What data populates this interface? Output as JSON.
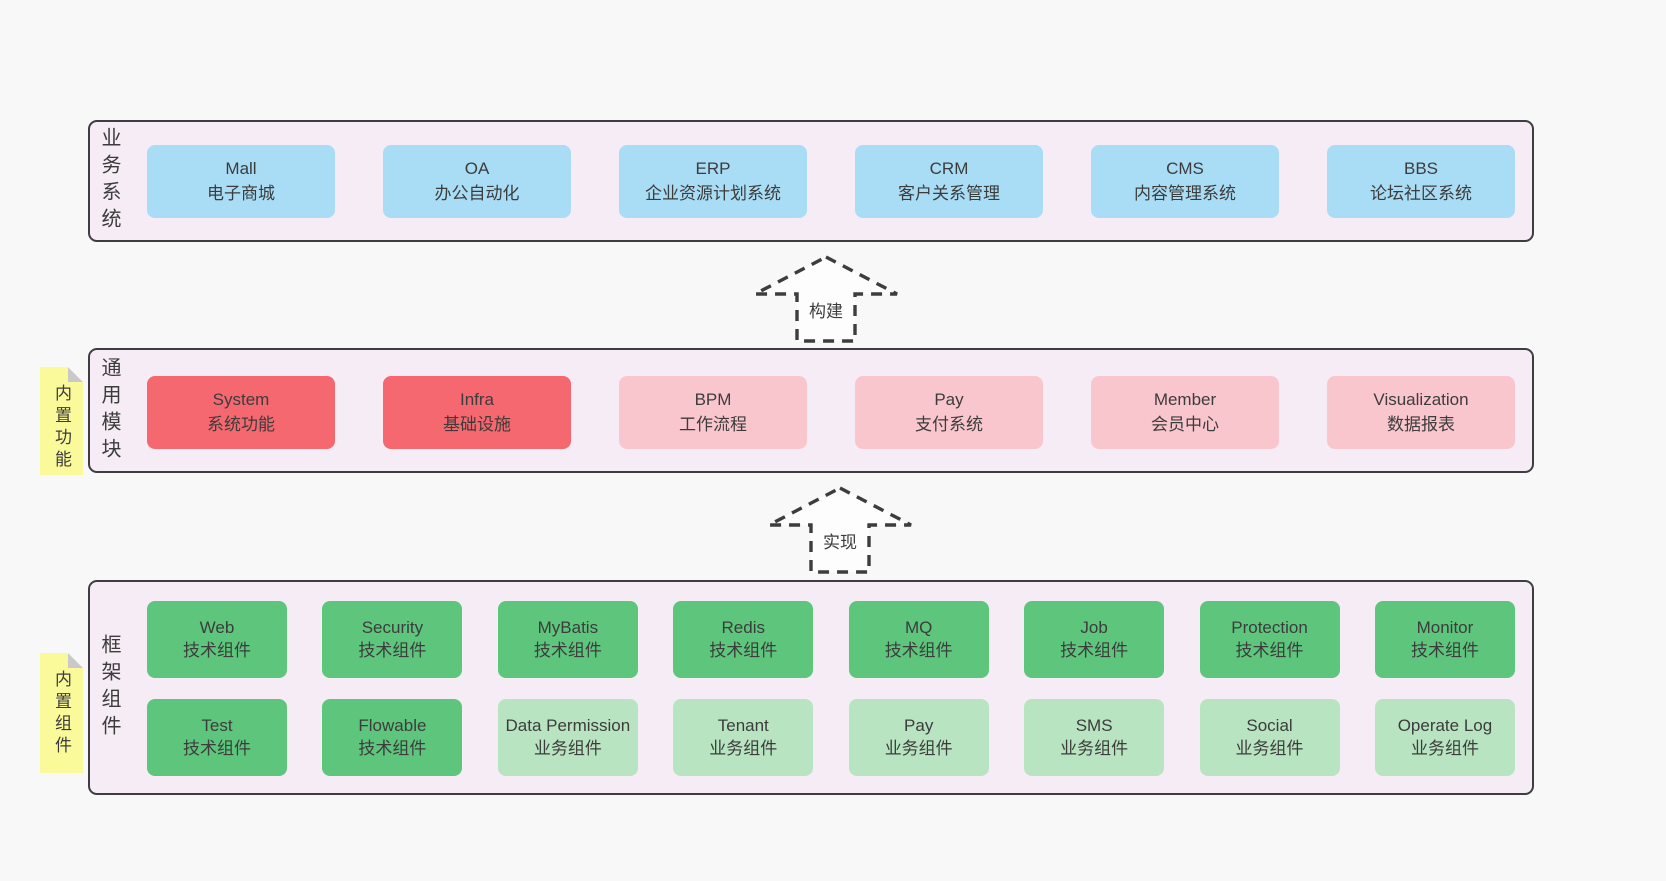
{
  "colors": {
    "page_bg": "#f8f8f8",
    "container_bg": "#f5ecf5",
    "border": "#3f3d42",
    "text": "#3c3c3c",
    "blue": "#a9dcf5",
    "red": "#f5686f",
    "pink": "#fac6ce",
    "green": "#5ec57c",
    "light_green": "#b8e4c1",
    "sticky": "#fafa9b",
    "sticky_fold": "#c9c9c9",
    "arrow_fill": "#fdfdfd"
  },
  "layers": [
    {
      "id": "business-systems",
      "label": "业务系统",
      "boxes": [
        {
          "title": "Mall",
          "subtitle": "电子商城",
          "type": "blue"
        },
        {
          "title": "OA",
          "subtitle": "办公自动化",
          "type": "blue"
        },
        {
          "title": "ERP",
          "subtitle": "企业资源计划系统",
          "type": "blue"
        },
        {
          "title": "CRM",
          "subtitle": "客户关系管理",
          "type": "blue"
        },
        {
          "title": "CMS",
          "subtitle": "内容管理系统",
          "type": "blue"
        },
        {
          "title": "BBS",
          "subtitle": "论坛社区系统",
          "type": "blue"
        }
      ]
    },
    {
      "id": "common-modules",
      "label": "通用模块",
      "note": "内置功能",
      "boxes": [
        {
          "title": "System",
          "subtitle": "系统功能",
          "type": "red"
        },
        {
          "title": "Infra",
          "subtitle": "基础设施",
          "type": "red"
        },
        {
          "title": "BPM",
          "subtitle": "工作流程",
          "type": "pink"
        },
        {
          "title": "Pay",
          "subtitle": "支付系统",
          "type": "pink"
        },
        {
          "title": "Member",
          "subtitle": "会员中心",
          "type": "pink"
        },
        {
          "title": "Visualization",
          "subtitle": "数据报表",
          "type": "pink"
        }
      ]
    },
    {
      "id": "framework-components",
      "label": "框架组件",
      "note": "内置组件",
      "rows": [
        [
          {
            "title": "Web",
            "subtitle": "技术组件",
            "type": "green"
          },
          {
            "title": "Security",
            "subtitle": "技术组件",
            "type": "green"
          },
          {
            "title": "MyBatis",
            "subtitle": "技术组件",
            "type": "green"
          },
          {
            "title": "Redis",
            "subtitle": "技术组件",
            "type": "green"
          },
          {
            "title": "MQ",
            "subtitle": "技术组件",
            "type": "green"
          },
          {
            "title": "Job",
            "subtitle": "技术组件",
            "type": "green"
          },
          {
            "title": "Protection",
            "subtitle": "技术组件",
            "type": "green"
          },
          {
            "title": "Monitor",
            "subtitle": "技术组件",
            "type": "green"
          }
        ],
        [
          {
            "title": "Test",
            "subtitle": "技术组件",
            "type": "green"
          },
          {
            "title": "Flowable",
            "subtitle": "技术组件",
            "type": "green"
          },
          {
            "title": "Data Permission",
            "subtitle": "业务组件",
            "type": "lightgreen"
          },
          {
            "title": "Tenant",
            "subtitle": "业务组件",
            "type": "lightgreen"
          },
          {
            "title": "Pay",
            "subtitle": "业务组件",
            "type": "lightgreen"
          },
          {
            "title": "SMS",
            "subtitle": "业务组件",
            "type": "lightgreen"
          },
          {
            "title": "Social",
            "subtitle": "业务组件",
            "type": "lightgreen"
          },
          {
            "title": "Operate Log",
            "subtitle": "业务组件",
            "type": "lightgreen"
          }
        ]
      ]
    }
  ],
  "arrows": [
    {
      "label": "构建"
    },
    {
      "label": "实现"
    }
  ]
}
